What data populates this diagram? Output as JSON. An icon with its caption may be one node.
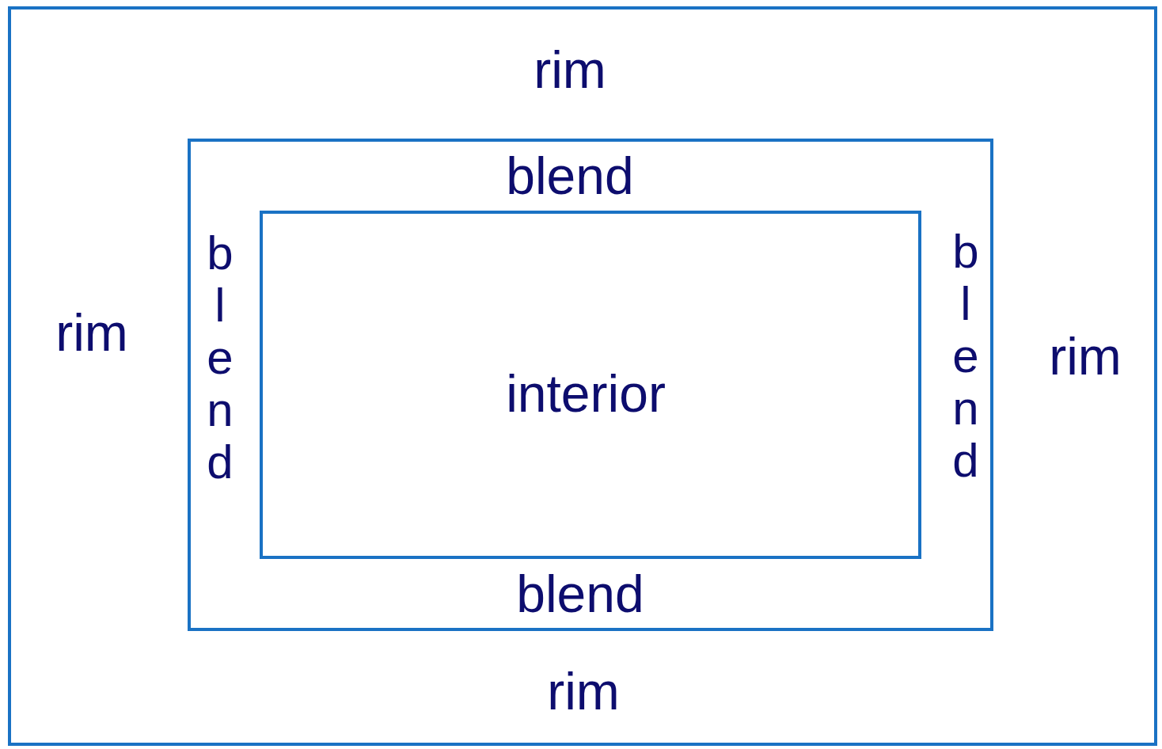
{
  "diagram": {
    "nodes": [
      {
        "text": [
          "rim",
          "rim",
          "rim",
          "rim"
        ]
      },
      {
        "text": [
          "blend",
          "blend",
          "blend",
          "blend"
        ],
        "in": 0
      },
      {
        "text": [
          "interior"
        ],
        "in": 1
      }
    ]
  }
}
